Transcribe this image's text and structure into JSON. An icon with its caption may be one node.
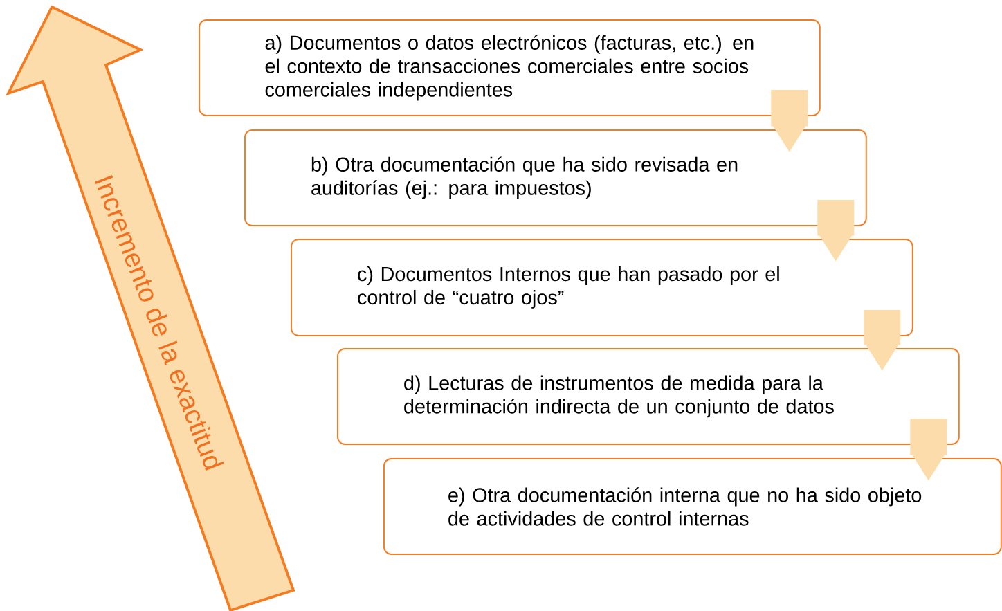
{
  "diagram": {
    "nodes": [
      {
        "text": [
          "a) Documentos o datos electrónicos (facturas, etc.) en el contexto de transacciones comerciales entre socios comerciales independientes"
        ]
      },
      {
        "text": [
          "b) Otra documentación que ha sido revisada en auditorías (ej.: para impuestos)"
        ]
      },
      {
        "text": [
          "c) Documentos Internos que han pasado por el control de “cuatro ojos”"
        ]
      },
      {
        "text": [
          "d) Lecturas de instrumentos de medida para la determinación indirecta de un conjunto de datos"
        ]
      },
      {
        "text": [
          "e) Otra documentación interna que no ha sido objeto de actividades de control internas"
        ]
      },
      {
        "text": [
          "Incremento de la exactitud"
        ]
      }
    ],
    "edges": [
      {
        "from": 0,
        "to": 1,
        "arrow": "to"
      },
      {
        "from": 1,
        "to": 2,
        "arrow": "to"
      },
      {
        "from": 2,
        "to": 3,
        "arrow": "to"
      },
      {
        "from": 3,
        "to": 4,
        "arrow": "to"
      }
    ]
  }
}
